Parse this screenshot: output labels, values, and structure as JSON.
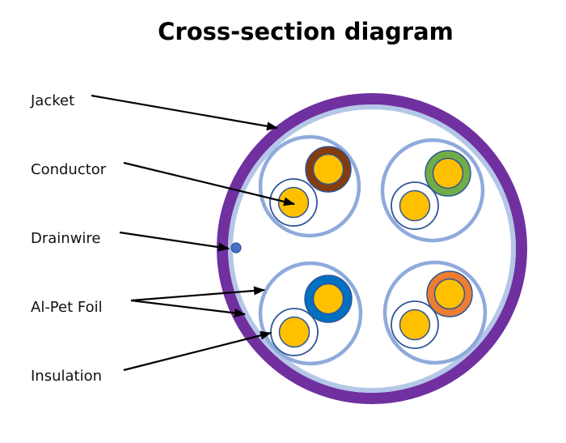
{
  "title": "Cross-section diagram",
  "labels": {
    "jacket": "Jacket",
    "conductor": "Conductor",
    "drainwire": "Drainwire",
    "foil": "Al-Pet Foil",
    "insulation": "Insulation"
  },
  "colors": {
    "jacket": "#7030A0",
    "inner_sheath": "#B4C7E7",
    "foil": "#8FAADC",
    "conductor": "#FFC000",
    "conductor_outline": "#2F5597",
    "drainwire": "#4472C4",
    "arrow": "#000000",
    "background": "#FFFFFF"
  },
  "pairs": [
    {
      "name": "brown-pair",
      "color_name": "brown",
      "color": "#843C0C"
    },
    {
      "name": "green-pair",
      "color_name": "green",
      "color": "#70AD47"
    },
    {
      "name": "blue-pair",
      "color_name": "blue",
      "color": "#0070C0"
    },
    {
      "name": "orange-pair",
      "color_name": "orange",
      "color": "#ED7D31"
    }
  ]
}
